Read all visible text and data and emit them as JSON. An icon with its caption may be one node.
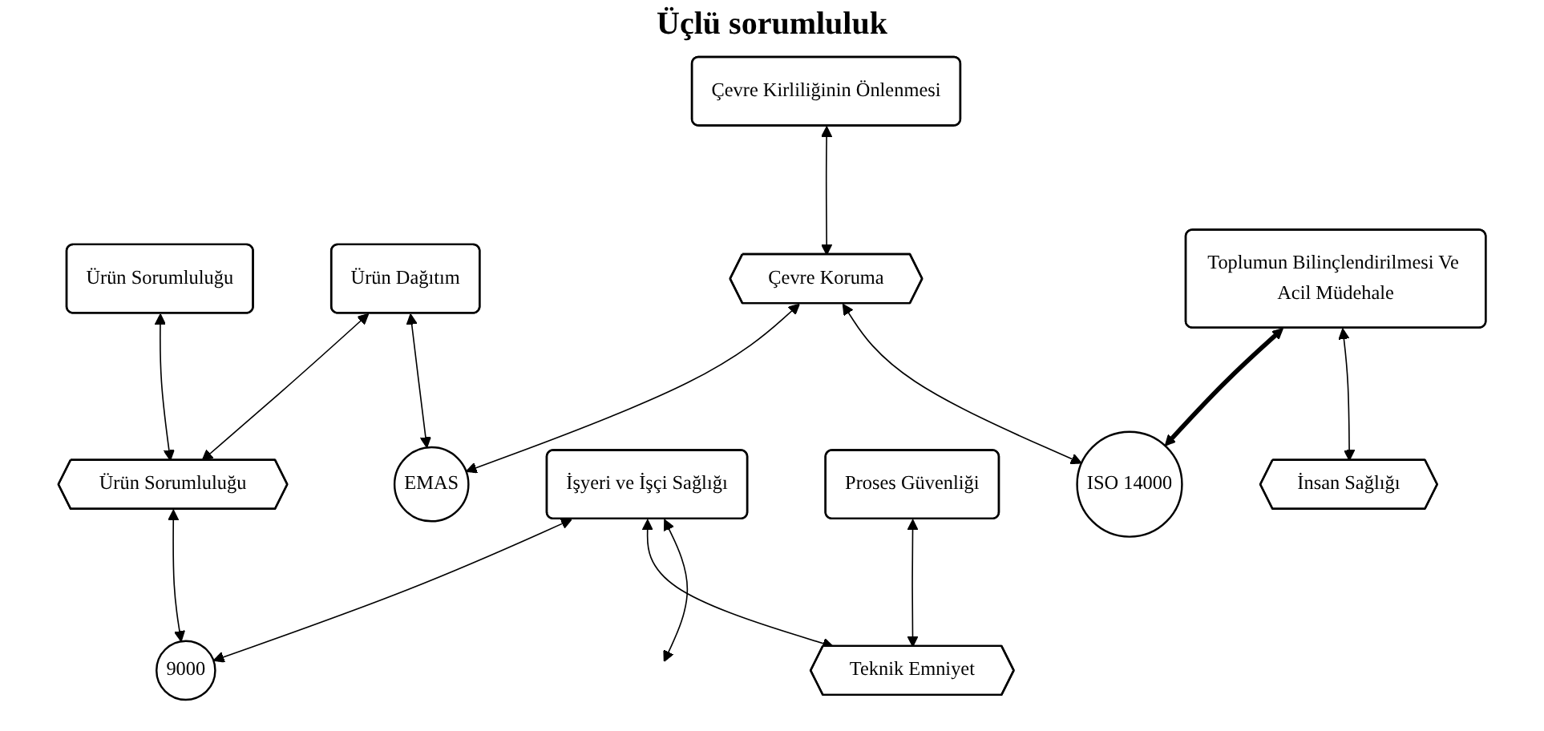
{
  "diagram": {
    "title": "Üçlü sorumluluk",
    "nodes": [
      {
        "text": [
          "Toplumun Bilinçlendirilmesi Ve Acil Müdehale"
        ]
      },
      {
        "text": [
          "Proses Güvenliği"
        ]
      },
      {
        "text": [
          "İşyeri ve İşçi Sağlığı"
        ]
      },
      {
        "text": [
          "Çevre Kirliliğinin Önlenmesi"
        ]
      },
      {
        "text": [
          "Ürün Dağıtım"
        ]
      },
      {
        "text": [
          "Ürün Sorumluluğu"
        ]
      },
      {
        "text": [
          "İnsan Sağlığı"
        ]
      },
      {
        "text": [
          "Teknik Emniyet"
        ]
      },
      {
        "text": [
          "Çevre Koruma"
        ]
      },
      {
        "text": [
          "Ürün Sorumluluğu"
        ]
      },
      {
        "text": [
          "ISO 14000"
        ]
      },
      {
        "text": [
          "EMAS"
        ]
      },
      {
        "text": [
          "9000"
        ]
      }
    ],
    "edges": [
      {
        "from": 0,
        "to": 6,
        "arrow": "both"
      },
      {
        "from": 0,
        "to": 10,
        "arrow": "both",
        "style": "thick"
      },
      {
        "from": 1,
        "to": 7,
        "arrow": "both"
      },
      {
        "from": 2,
        "to": null,
        "arrow": "both"
      },
      {
        "from": 2,
        "to": 7,
        "arrow": "both"
      },
      {
        "from": 2,
        "to": 12,
        "arrow": "both"
      },
      {
        "from": 3,
        "to": 8,
        "arrow": "both"
      },
      {
        "from": 4,
        "to": 11,
        "arrow": "both"
      },
      {
        "from": 4,
        "to": 9,
        "arrow": "both"
      },
      {
        "from": 5,
        "to": 9,
        "arrow": "both"
      },
      {
        "from": 8,
        "to": 10,
        "arrow": "both"
      },
      {
        "from": 8,
        "to": 11,
        "arrow": "both"
      },
      {
        "from": 9,
        "to": 12,
        "arrow": "both"
      }
    ]
  }
}
